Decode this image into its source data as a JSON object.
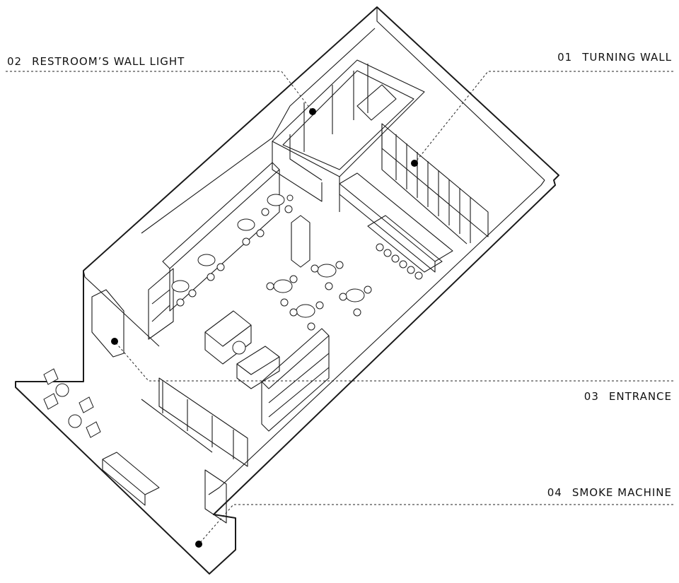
{
  "annotations": [
    {
      "id": "01",
      "number": "01",
      "text": "TURNING WALL"
    },
    {
      "id": "02",
      "number": "02",
      "text": "RESTROOM’S WALL LIGHT"
    },
    {
      "id": "03",
      "number": "03",
      "text": "ENTRANCE"
    },
    {
      "id": "04",
      "number": "04",
      "text": "SMOKE MACHINE"
    }
  ],
  "colors": {
    "line": "#1a1a1a",
    "fill": "#ffffff",
    "leader": "#222222"
  }
}
